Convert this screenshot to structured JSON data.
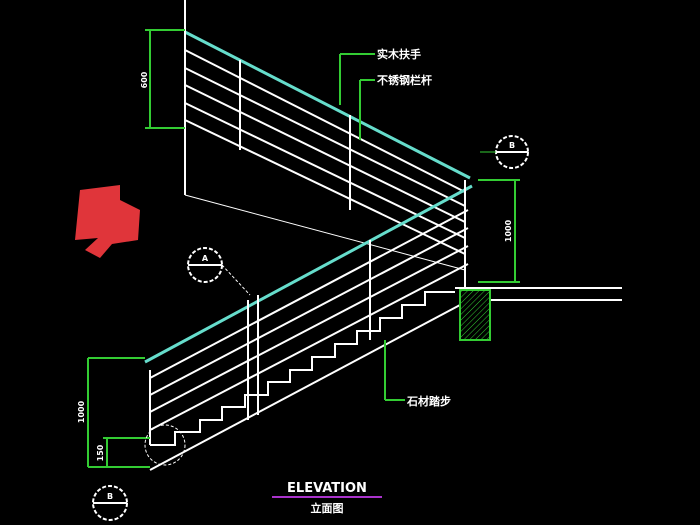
{
  "drawing": {
    "title_en": "ELEVATION",
    "title_cn": "立面图",
    "labels": {
      "handrail": "实木扶手",
      "railing": "不锈钢栏杆",
      "steps": "石材踏步"
    },
    "dimensions": {
      "upper_rail_height": "600",
      "landing_rail_height": "1000",
      "lower_rail_height": "1000",
      "base_height": "150"
    },
    "section_marks": {
      "right": "B",
      "middle": "A",
      "bottom": "B"
    },
    "colors": {
      "background": "#000000",
      "lines": "#ffffff",
      "dimension": "#33cc33",
      "rail_edge": "#66ddcc",
      "title_underline": "#aa33cc",
      "logo": "#e0353a"
    }
  }
}
